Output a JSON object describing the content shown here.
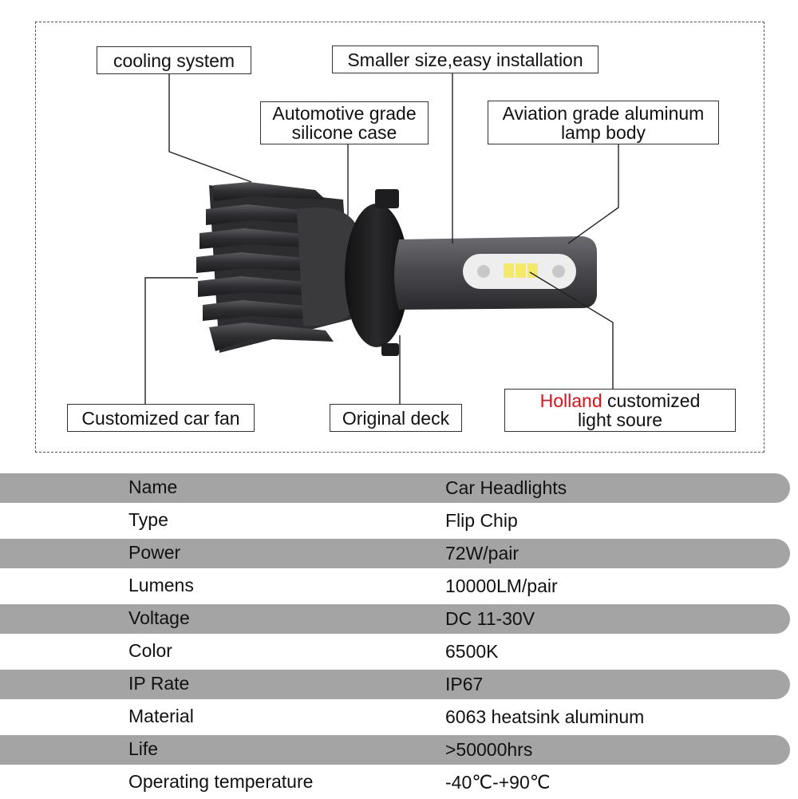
{
  "callouts": {
    "cooling_system": "cooling system",
    "smaller_size": "Smaller size,easy installation",
    "silicone_case_line1": "Automotive grade",
    "silicone_case_line2": "silicone case",
    "lamp_body_line1": "Aviation grade aluminum",
    "lamp_body_line2": "lamp body",
    "car_fan": "Customized car fan",
    "original_deck": "Original deck",
    "light_source_brand": "Holland",
    "light_source_line1_rest": " customized",
    "light_source_line2": "light soure"
  },
  "colors": {
    "accent_red": "#e0101a",
    "row_shade": "#a4a4a4",
    "bulb_body": "#4a4a4e"
  },
  "specs": [
    {
      "label": "Name",
      "value": "Car Headlights"
    },
    {
      "label": "Type",
      "value": "Flip Chip"
    },
    {
      "label": "Power",
      "value": "72W/pair"
    },
    {
      "label": "Lumens",
      "value": "10000LM/pair"
    },
    {
      "label": "Voltage",
      "value": "DC 11-30V"
    },
    {
      "label": "Color",
      "value": "6500K"
    },
    {
      "label": "IP Rate",
      "value": "IP67"
    },
    {
      "label": "Material",
      "value": "6063 heatsink aluminum"
    },
    {
      "label": "Life",
      "value": ">50000hrs"
    },
    {
      "label": "Operating temperature",
      "value": "-40℃-+90℃"
    }
  ]
}
